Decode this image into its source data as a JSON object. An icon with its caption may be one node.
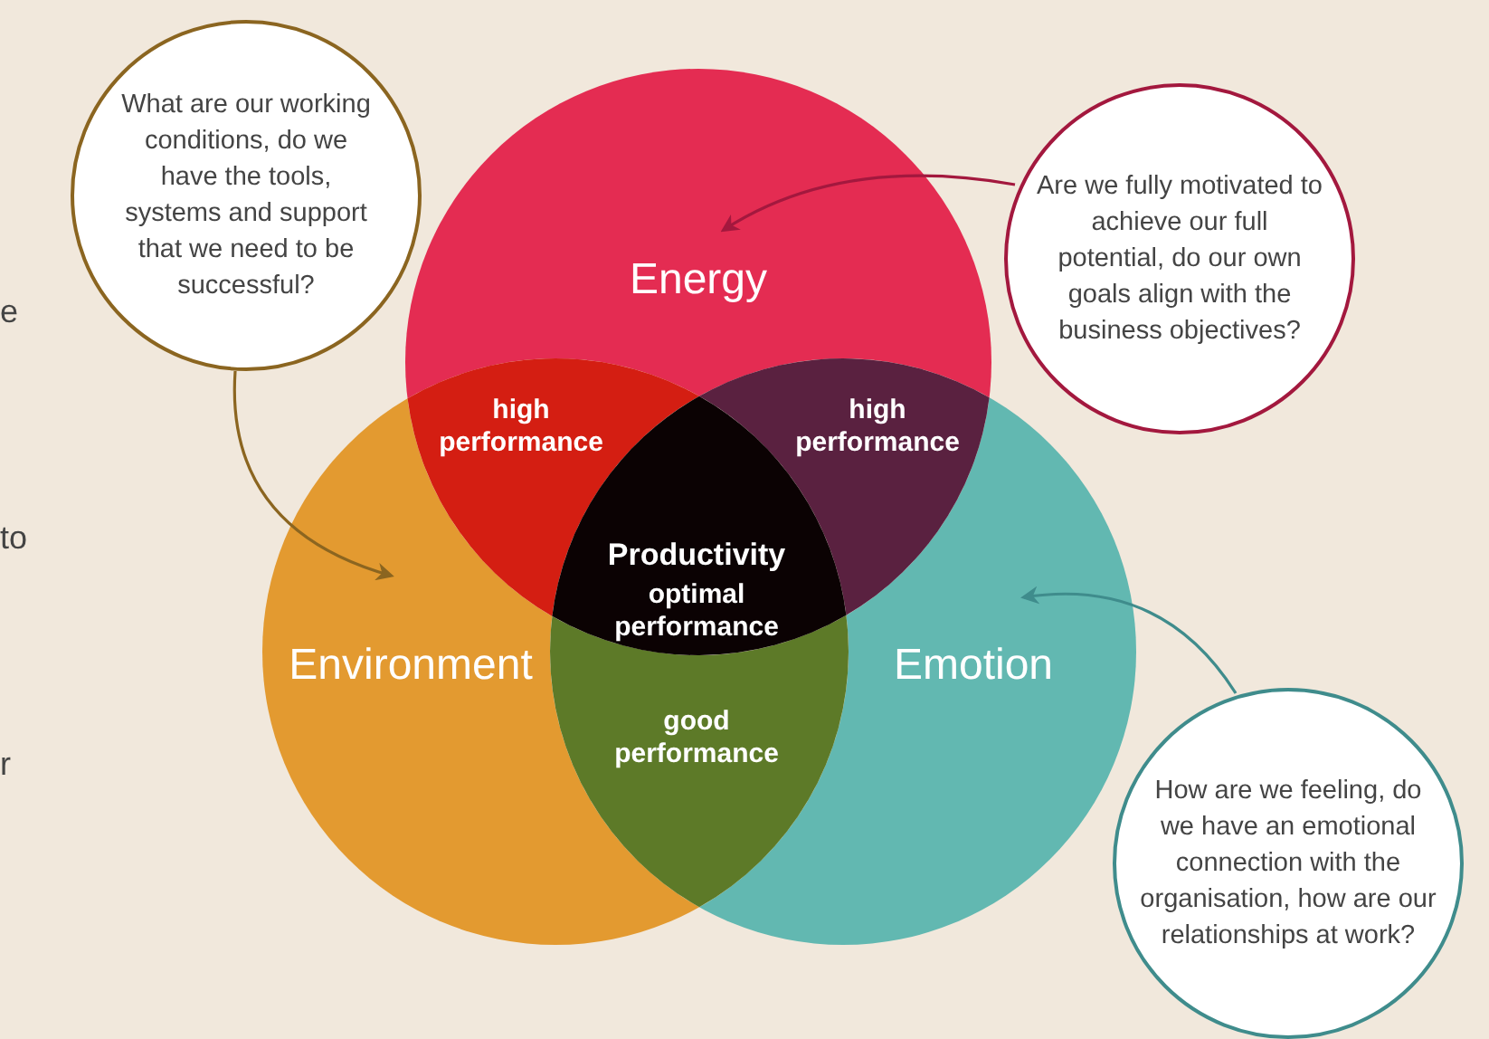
{
  "diagram": {
    "nodes": [
      {
        "text": [
          "What are our working conditions, do we have the tools, systems and support that we need to be successful?"
        ]
      },
      {
        "text": [
          "Energy"
        ]
      },
      {
        "text": [
          "Are we fully motivated to achieve our full potential, do our own goals align with the business objectives?"
        ]
      },
      {
        "text": [
          "Environment"
        ]
      },
      {
        "text": [
          "Emotion"
        ]
      },
      {
        "text": [
          "How are we feeling, do we have an emotional connection with the organisation, how are our relationships at work?"
        ]
      }
    ],
    "edges": [
      {
        "from": 0,
        "to": 3,
        "arrow": "to",
        "color": "#8b6520"
      },
      {
        "from": 2,
        "to": 1,
        "arrow": "to",
        "color": "#a3183e"
      },
      {
        "from": 5,
        "to": 4,
        "arrow": "to",
        "color": "#3f8c8c"
      }
    ],
    "labels": [
      "e",
      "high performance",
      "high performance",
      "to",
      "Productivity",
      "optimal performance",
      "good performance",
      "r"
    ]
  }
}
